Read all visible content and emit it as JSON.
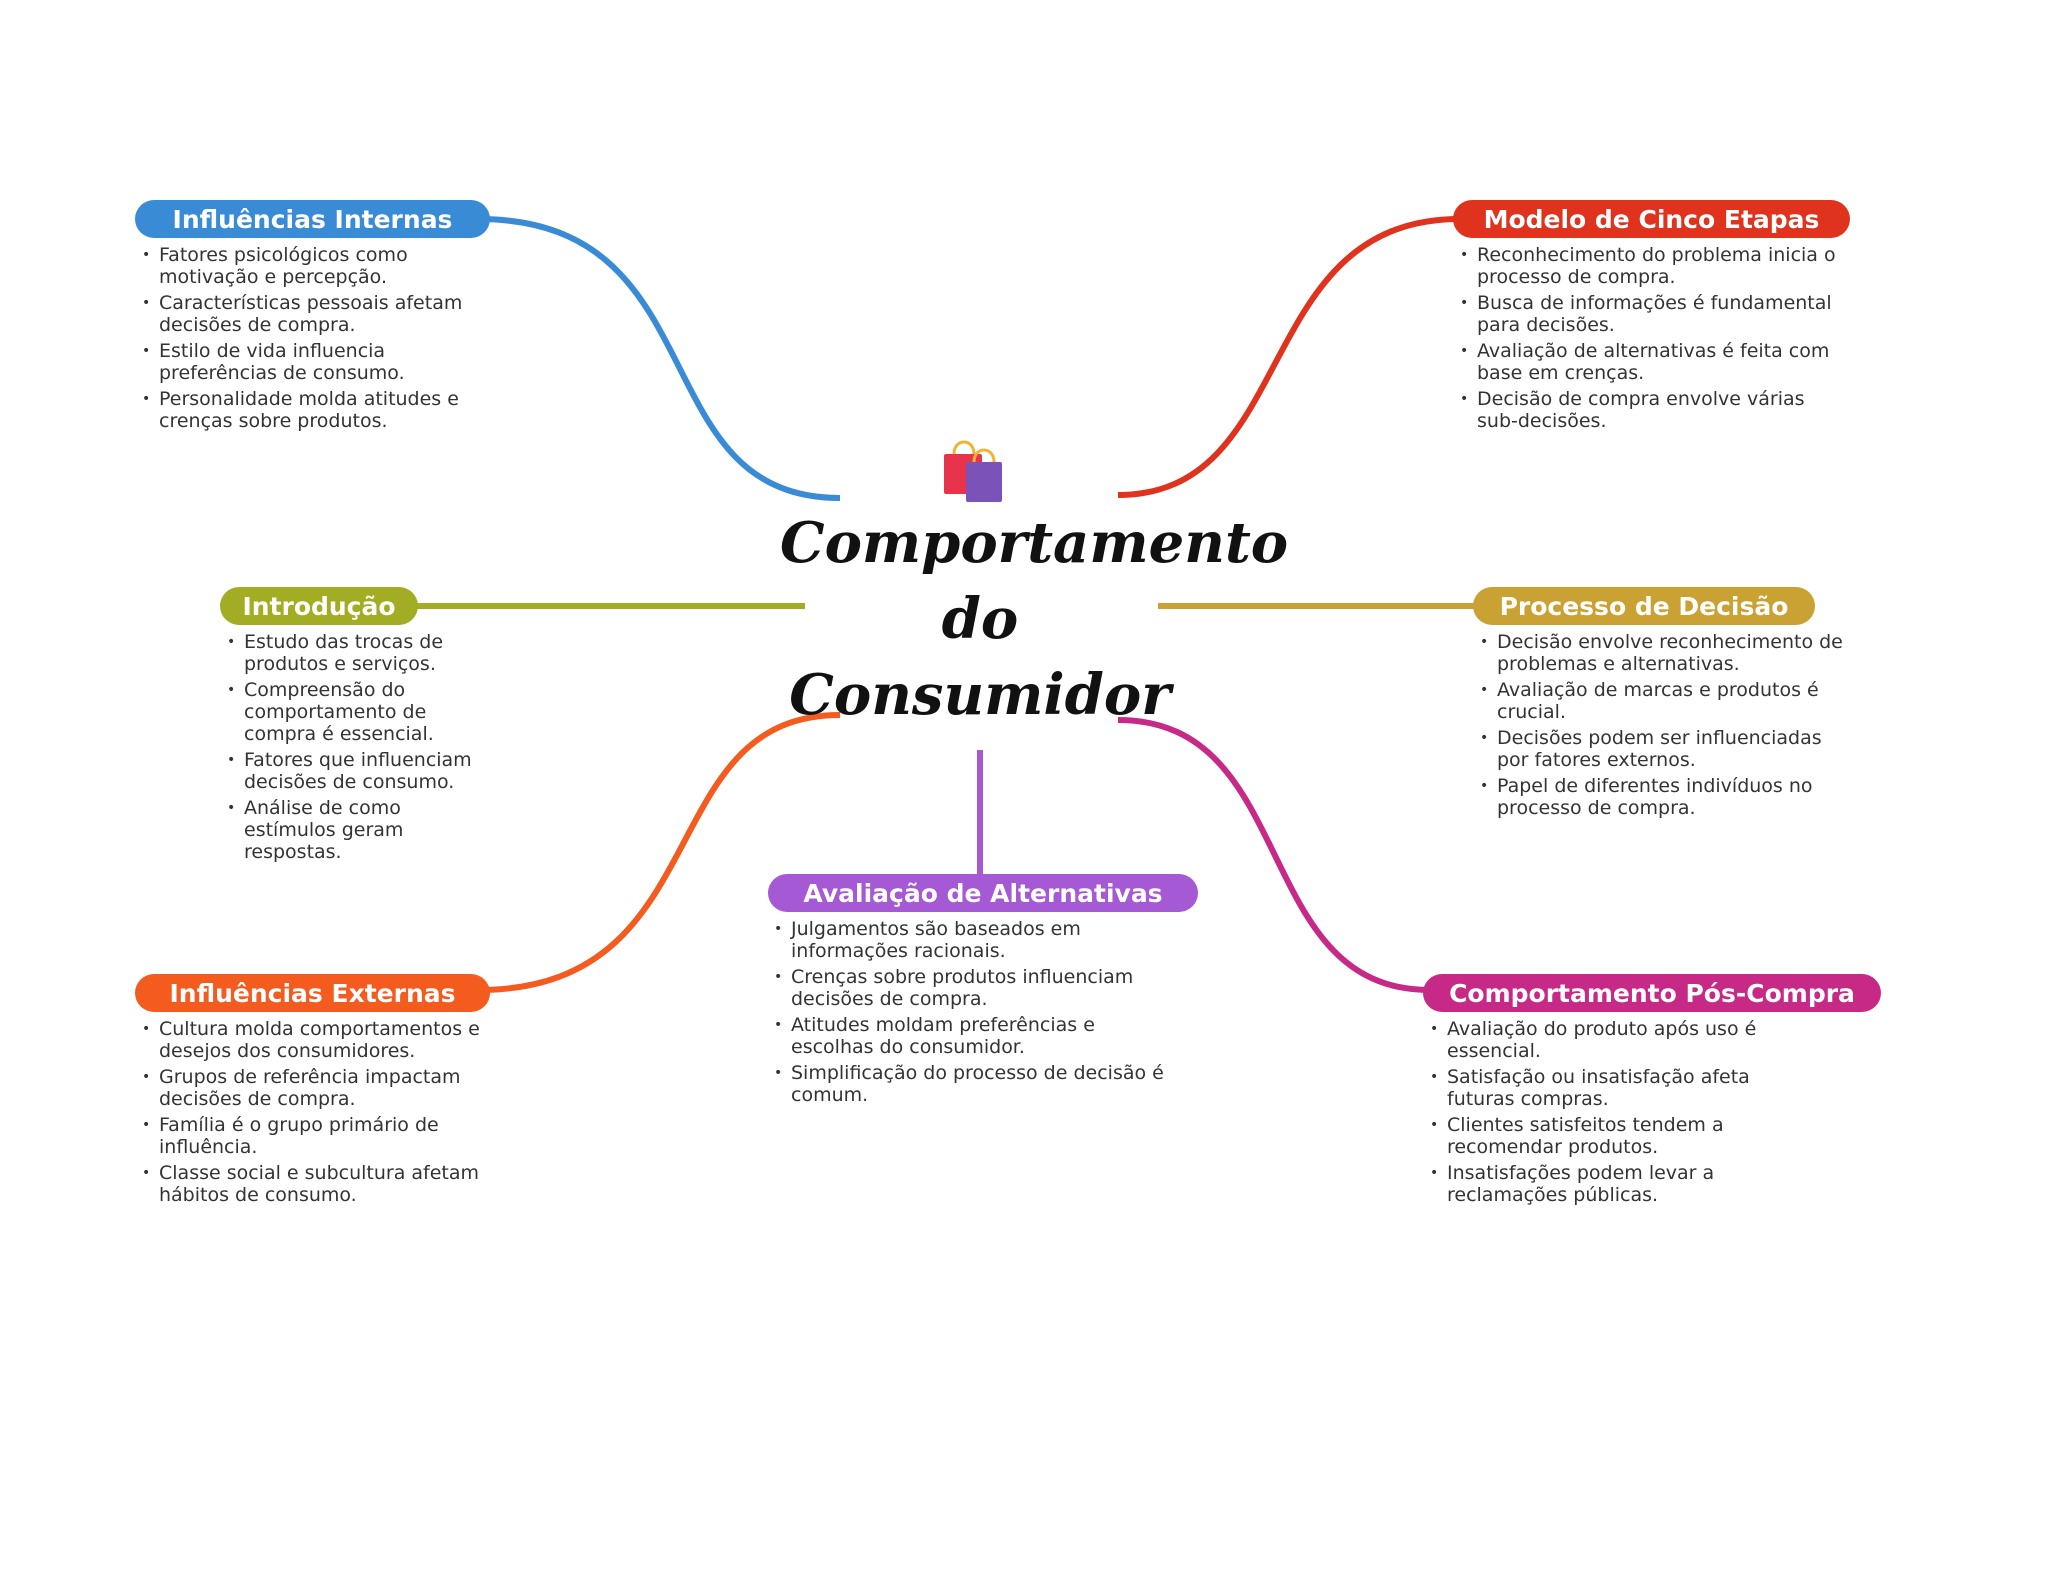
{
  "central": {
    "lines": [
      "Comportamento",
      "do",
      "Consumidor"
    ],
    "icon": "shopping-bags-icon"
  },
  "branches": [
    {
      "key": "internas",
      "title": "Influências Internas",
      "color": "#3a8bd6",
      "items": [
        "Fatores psicológicos como motivação e percepção.",
        "Características pessoais afetam decisões de compra.",
        "Estilo de vida influencia preferências de consumo.",
        "Personalidade molda atitudes e crenças sobre produtos."
      ]
    },
    {
      "key": "introducao",
      "title": "Introdução",
      "color": "#a2ad23",
      "items": [
        "Estudo das trocas de produtos e serviços.",
        "Compreensão do comportamento de compra é essencial.",
        "Fatores que influenciam decisões de consumo.",
        "Análise de como estímulos geram respostas."
      ]
    },
    {
      "key": "externas",
      "title": "Influências Externas",
      "color": "#f35b1f",
      "items": [
        "Cultura molda comportamentos e desejos dos consumidores.",
        "Grupos de referência impactam decisões de compra.",
        "Família é o grupo primário de influência.",
        "Classe social e subcultura afetam hábitos de consumo."
      ]
    },
    {
      "key": "avaliacao",
      "title": "Avaliação de Alternativas",
      "color": "#a559d4",
      "items": [
        "Julgamentos são baseados em informações racionais.",
        "Crenças sobre produtos influenciam decisões de compra.",
        "Atitudes moldam preferências e escolhas do consumidor.",
        "Simplificação do processo de decisão é comum."
      ]
    },
    {
      "key": "modelo",
      "title": "Modelo de Cinco Etapas",
      "color": "#e0331e",
      "items": [
        "Reconhecimento do problema inicia o processo de compra.",
        "Busca de informações é fundamental para decisões.",
        "Avaliação de alternativas é feita com base em crenças.",
        "Decisão de compra envolve várias sub-decisões."
      ]
    },
    {
      "key": "decisao",
      "title": "Processo de Decisão",
      "color": "#caa233",
      "items": [
        "Decisão envolve reconhecimento de problemas e alternativas.",
        "Avaliação de marcas e produtos é crucial.",
        "Decisões podem ser influenciadas por fatores externos.",
        "Papel de diferentes indivíduos no processo de compra."
      ]
    },
    {
      "key": "poscompra",
      "title": "Comportamento Pós-Compra",
      "color": "#c62a86",
      "items": [
        "Avaliação do produto após uso é essencial.",
        "Satisfação ou insatisfação afeta futuras compras.",
        "Clientes satisfeitos tendem a recomendar produtos.",
        "Insatisfações podem levar a reclamações públicas."
      ]
    }
  ]
}
